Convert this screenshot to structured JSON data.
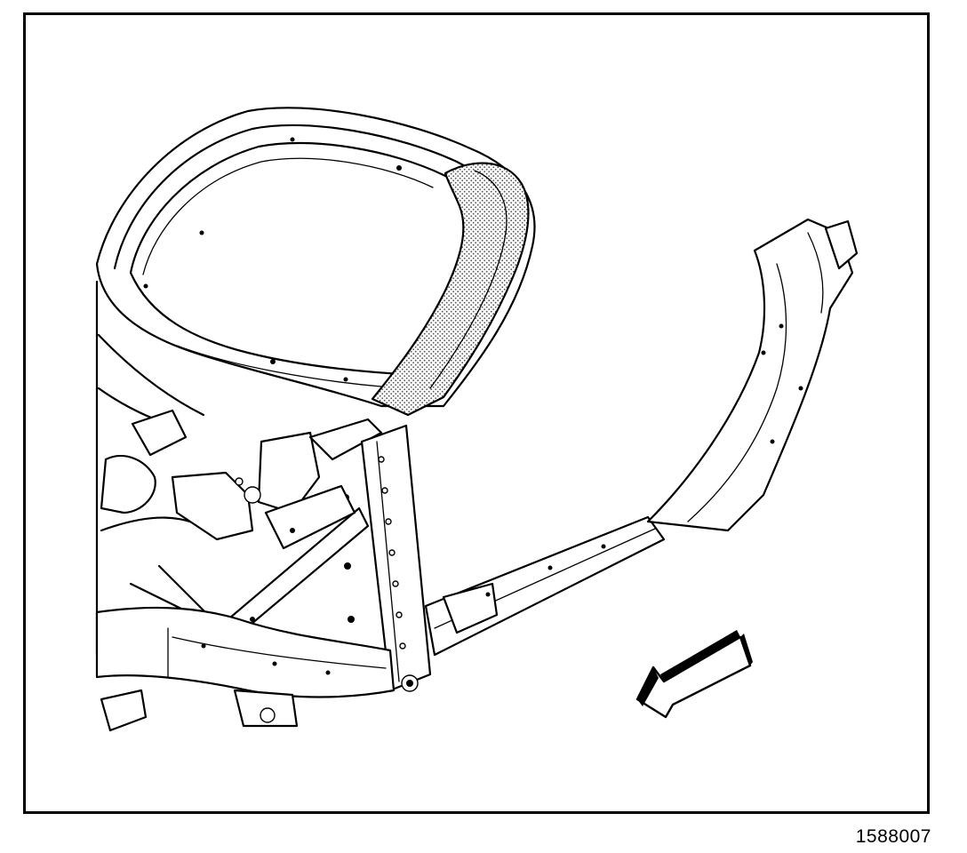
{
  "figure": {
    "number": "1588007",
    "highlight_pattern": "stipple",
    "highlight_color": "#9a9a9a",
    "line_color": "#000000",
    "arrow_icon": "front-direction-arrow"
  }
}
